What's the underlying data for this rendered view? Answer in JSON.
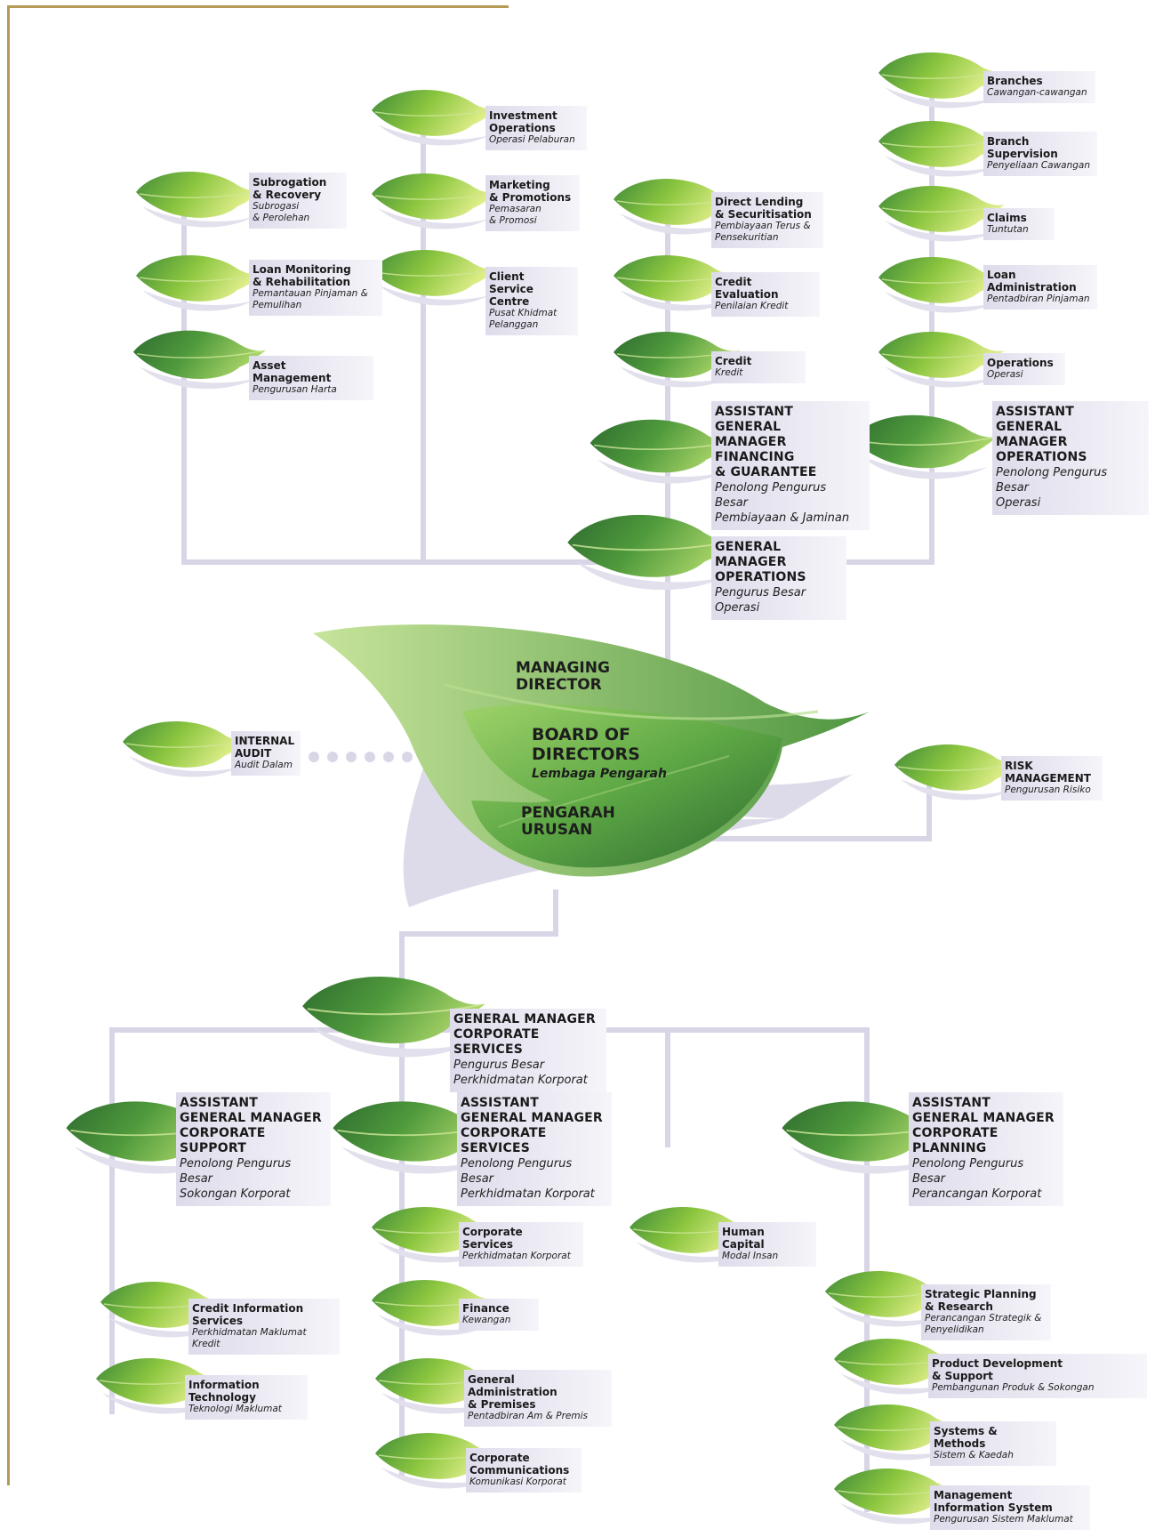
{
  "center": {
    "managing_director": "MANAGING\nDIRECTOR",
    "board_title": "BOARD OF\nDIRECTORS",
    "board_subtitle": "Lembaga Pengarah",
    "pengarah_urusan": "PENGARAH\nURUSAN"
  },
  "top_left": {
    "subrogation": {
      "title": "Subrogation\n& Recovery",
      "subtitle": "Subrogasi\n& Perolehan"
    },
    "loan_monitoring": {
      "title": "Loan Monitoring\n& Rehabilitation",
      "subtitle": "Pemantauan Pinjaman &\nPemulihan"
    },
    "asset_management": {
      "title": "Asset Management",
      "subtitle": "Pengurusan Harta"
    }
  },
  "top_middle": {
    "investment": {
      "title": "Investment\nOperations",
      "subtitle": "Operasi Pelaburan"
    },
    "marketing": {
      "title": "Marketing\n& Promotions",
      "subtitle": "Pemasaran\n& Promosi"
    },
    "client_service": {
      "title": "Client\nService Centre",
      "subtitle": "Pusat Khidmat\nPelanggan"
    }
  },
  "financing": {
    "direct_lending": {
      "title": "Direct Lending\n& Securitisation",
      "subtitle": "Pembiayaan Terus &\nPensekuritian"
    },
    "credit_evaluation": {
      "title": "Credit\nEvaluation",
      "subtitle": "Penilaian Kredit"
    },
    "credit": {
      "title": "Credit",
      "subtitle": "Kredit"
    },
    "agm": {
      "title": "ASSISTANT GENERAL\nMANAGER\nFINANCING\n& GUARANTEE",
      "subtitle": "Penolong Pengurus Besar\nPembiayaan & Jaminan"
    }
  },
  "operations": {
    "branches": {
      "title": "Branches",
      "subtitle": "Cawangan-cawangan"
    },
    "branch_supervision": {
      "title": "Branch\nSupervision",
      "subtitle": "Penyeliaan Cawangan"
    },
    "claims": {
      "title": "Claims",
      "subtitle": "Tuntutan"
    },
    "loan_administration": {
      "title": "Loan\nAdministration",
      "subtitle": "Pentadbiran Pinjaman"
    },
    "ops": {
      "title": "Operations",
      "subtitle": "Operasi"
    },
    "agm": {
      "title": "ASSISTANT GENERAL\nMANAGER\nOPERATIONS",
      "subtitle": "Penolong Pengurus Besar\nOperasi"
    }
  },
  "gm_operations": {
    "title": "GENERAL MANAGER\nOPERATIONS",
    "subtitle": "Pengurus Besar\nOperasi"
  },
  "internal_audit": {
    "title": "INTERNAL\nAUDIT",
    "subtitle": "Audit Dalam"
  },
  "risk_management": {
    "title": "RISK\nMANAGEMENT",
    "subtitle": "Pengurusan Risiko"
  },
  "gm_corporate": {
    "title": "GENERAL MANAGER\nCORPORATE SERVICES",
    "subtitle": "Pengurus Besar\nPerkhidmatan Korporat"
  },
  "corporate_support": {
    "agm": {
      "title": "ASSISTANT\nGENERAL MANAGER\nCORPORATE\nSUPPORT",
      "subtitle": "Penolong Pengurus Besar\nSokongan Korporat"
    },
    "credit_info": {
      "title": "Credit Information\nServices",
      "subtitle": "Perkhidmatan Maklumat Kredit"
    },
    "it": {
      "title": "Information\nTechnology",
      "subtitle": "Teknologi Maklumat"
    }
  },
  "corporate_services": {
    "agm": {
      "title": "ASSISTANT\nGENERAL MANAGER\nCORPORATE\nSERVICES",
      "subtitle": "Penolong Pengurus Besar\nPerkhidmatan Korporat"
    },
    "corp_services": {
      "title": "Corporate Services",
      "subtitle": "Perkhidmatan Korporat"
    },
    "finance": {
      "title": "Finance",
      "subtitle": "Kewangan"
    },
    "general_admin": {
      "title": "General Administration\n& Premises",
      "subtitle": "Pentadbiran Am & Premis"
    },
    "corp_comm": {
      "title": "Corporate\nCommunications",
      "subtitle": "Komunikasi Korporat"
    }
  },
  "human_capital": {
    "title": "Human Capital",
    "subtitle": "Modal Insan"
  },
  "corporate_planning": {
    "agm": {
      "title": "ASSISTANT\nGENERAL MANAGER\nCORPORATE\nPLANNING",
      "subtitle": "Penolong Pengurus Besar\nPerancangan Korporat"
    },
    "strategic": {
      "title": "Strategic Planning\n& Research",
      "subtitle": "Perancangan Strategik &\nPenyelidikan"
    },
    "product": {
      "title": "Product Development\n& Support",
      "subtitle": "Pembangunan Produk & Sokongan"
    },
    "systems": {
      "title": "Systems & Methods",
      "subtitle": "Sistem & Kaedah"
    },
    "mis": {
      "title": "Management\nInformation System",
      "subtitle": "Pengurusan Sistem Maklumat"
    }
  },
  "colors": {
    "line": "#d8d5e6",
    "leaf_light": "#d7ec86",
    "leaf_mid": "#93c93f",
    "leaf_dark": "#3f8a3a",
    "border": "#b59a55"
  }
}
